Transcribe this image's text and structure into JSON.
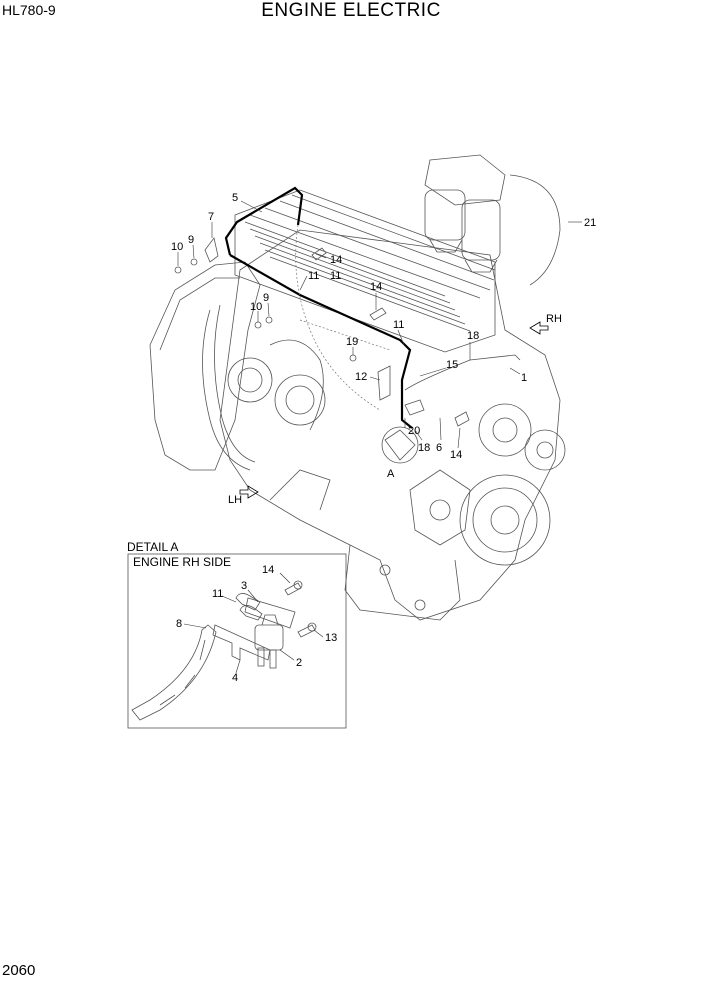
{
  "header": {
    "model": "HL780-9",
    "title": "ENGINE ELECTRIC"
  },
  "footer": {
    "page_number": "2060"
  },
  "detail": {
    "title": "DETAIL A",
    "subtitle": "ENGINE RH SIDE"
  },
  "directions": {
    "rh": "RH",
    "lh": "LH",
    "view_marker": "A"
  },
  "callouts_main": [
    "5",
    "7",
    "9",
    "10",
    "14",
    "11",
    "11",
    "14",
    "9",
    "10",
    "11",
    "19",
    "12",
    "18",
    "15",
    "1",
    "20",
    "18",
    "6",
    "14",
    "21"
  ],
  "callouts_detail": [
    "14",
    "3",
    "11",
    "8",
    "13",
    "2",
    "4"
  ]
}
